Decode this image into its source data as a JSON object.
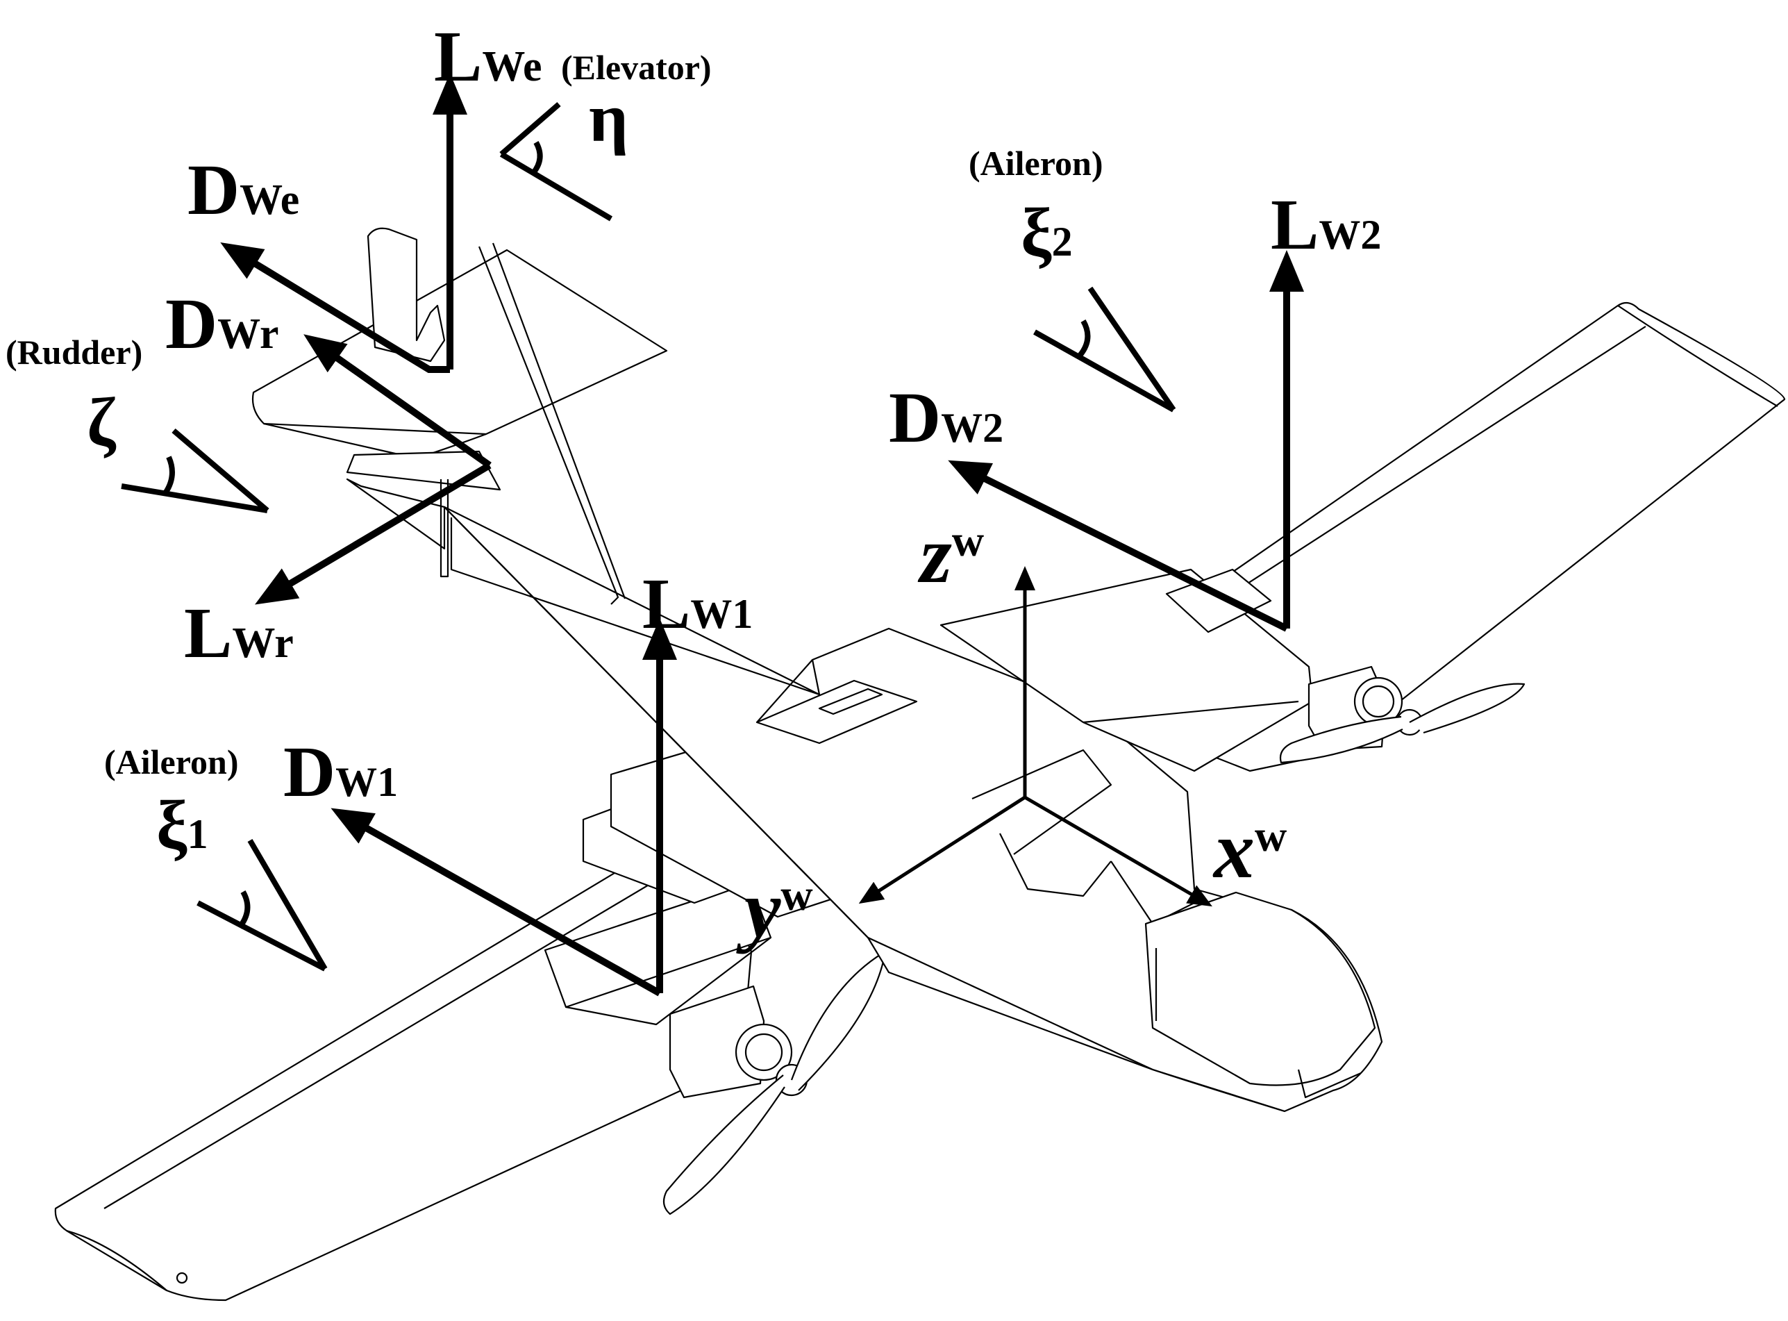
{
  "forces": {
    "lift_elevator": {
      "main": "L",
      "sub": "We"
    },
    "drag_elevator": {
      "main": "D",
      "sub": "We"
    },
    "drag_rudder": {
      "main": "D",
      "sub": "Wr"
    },
    "lift_rudder": {
      "main": "L",
      "sub": "Wr"
    },
    "lift_wing1": {
      "main": "L",
      "sub": "W1"
    },
    "drag_wing1": {
      "main": "D",
      "sub": "W1"
    },
    "lift_wing2": {
      "main": "L",
      "sub": "W2"
    },
    "drag_wing2": {
      "main": "D",
      "sub": "W2"
    }
  },
  "control_surfaces": {
    "elevator": {
      "label": "(Elevator)",
      "symbol": "η"
    },
    "rudder": {
      "label": "(Rudder)",
      "symbol": "ζ"
    },
    "aileron_left": {
      "label": "(Aileron)",
      "symbol": "ξ",
      "index": "1"
    },
    "aileron_right": {
      "label": "(Aileron)",
      "symbol": "ξ",
      "index": "2"
    }
  },
  "axes": {
    "x": {
      "main": "x",
      "sup": "w"
    },
    "y": {
      "main": "y",
      "sup": "w"
    },
    "z": {
      "main": "z",
      "sup": "w"
    }
  },
  "colors": {
    "ink": "#000000",
    "paper": "#ffffff"
  }
}
